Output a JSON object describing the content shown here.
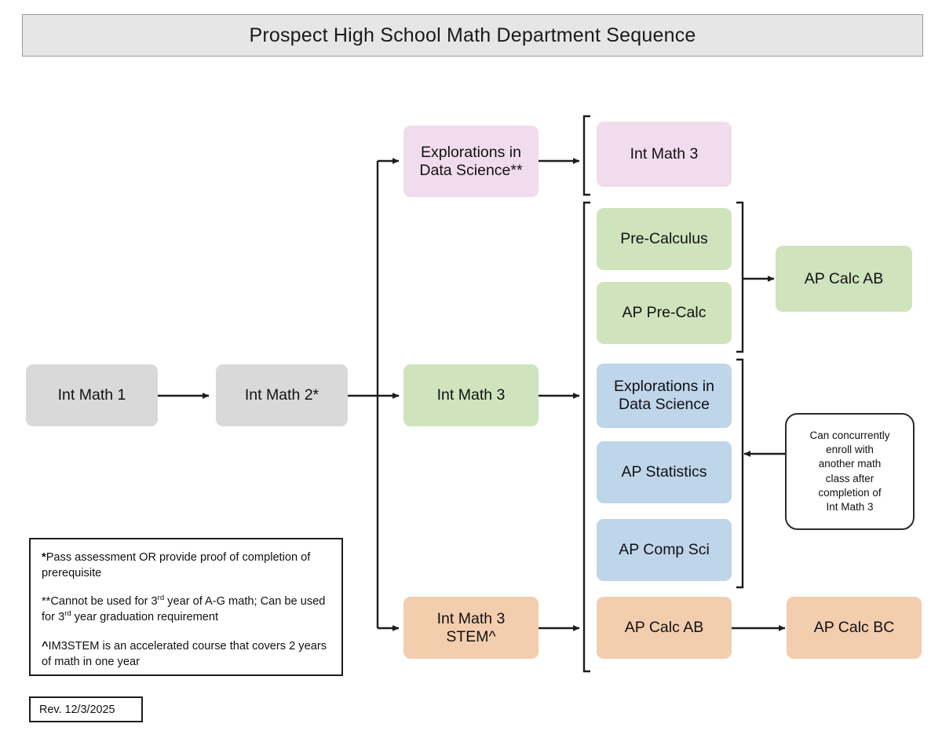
{
  "title": {
    "text": "Prospect High School Math Department Sequence"
  },
  "nodes": {
    "int_math_1": {
      "label": "Int Math 1",
      "color": "grey"
    },
    "int_math_2": {
      "label": "Int Math 2*",
      "color": "grey"
    },
    "eds_star": {
      "label": "Explorations in\nData Science**",
      "color": "pink"
    },
    "int_math_3_pink": {
      "label": "Int Math 3",
      "color": "pink"
    },
    "int_math_3_green": {
      "label": "Int Math 3",
      "color": "green"
    },
    "int_math_3_stem": {
      "label": "Int Math 3\nSTEM^",
      "color": "orange"
    },
    "pre_calculus": {
      "label": "Pre-Calculus",
      "color": "green"
    },
    "ap_pre_calc": {
      "label": "AP Pre-Calc",
      "color": "green"
    },
    "ap_calc_ab_green": {
      "label": "AP Calc AB",
      "color": "green"
    },
    "eds_plain": {
      "label": "Explorations in\nData Science",
      "color": "blue"
    },
    "ap_statistics": {
      "label": "AP Statistics",
      "color": "blue"
    },
    "ap_comp_sci": {
      "label": "AP Comp Sci",
      "color": "blue"
    },
    "ap_calc_ab_orange": {
      "label": "AP Calc AB",
      "color": "orange"
    },
    "ap_calc_bc": {
      "label": "AP Calc BC",
      "color": "orange"
    }
  },
  "callout": {
    "text": "Can concurrently\nenroll with\nanother math\nclass after\ncompletion of\nInt Math 3"
  },
  "legend": {
    "note1_marker": "*",
    "note1_text": "Pass assessment OR provide proof of completion of prerequisite",
    "note2_marker": "**",
    "note2_a": "Cannot be used for 3",
    "note2_sup1": "rd",
    "note2_b": " year of A-G math; Can be used for 3",
    "note2_sup2": "rd",
    "note2_c": " year graduation requirement",
    "note3_marker": "^",
    "note3_text": "IM3STEM is an accelerated course that covers 2 years of math in one year"
  },
  "revision": {
    "text": "Rev. 12/3/2025"
  },
  "colors": {
    "grey": "#d9d9d9",
    "pink": "#f0dcec",
    "green": "#cfe3bd",
    "blue": "#bed5ea",
    "orange": "#f2cdae",
    "banner": "#e6e6e6",
    "line": "#1d1d1d"
  }
}
